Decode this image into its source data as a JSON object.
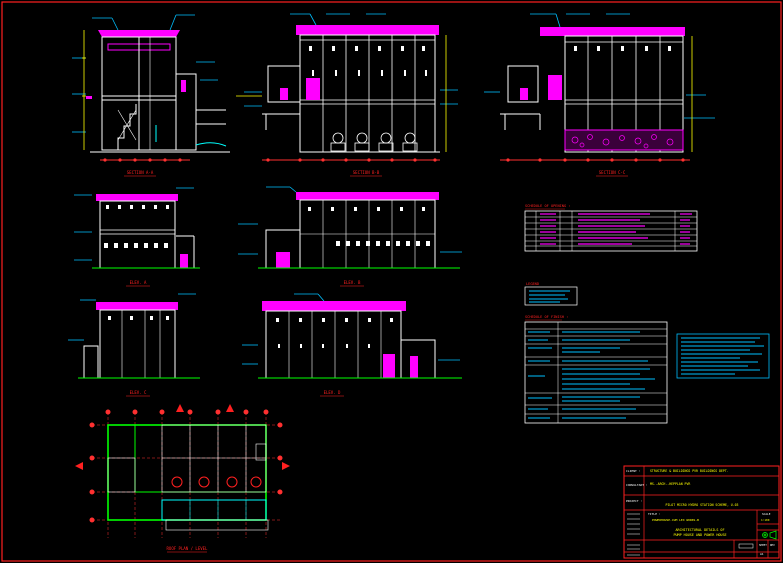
{
  "sheet": {
    "border_color": "#ff2020"
  },
  "colors": {
    "wall": "#ffffff",
    "roof": "#ff00ff",
    "grid": "#ff3030",
    "dim": "#ffff00",
    "label": "#00bfff",
    "green": "#00ff00",
    "cyan": "#00ffff",
    "fill": "#ff00ff"
  },
  "views": {
    "section_aa": "SECTION A-A",
    "section_bb": "SECTION B-B",
    "section_cc": "SECTION C-C",
    "elev_a": "ELEV. A",
    "elev_b": "ELEV. B",
    "elev_c": "ELEV. C",
    "elev_d": "ELEV. D",
    "plan": "ROOF PLAN / LEVEL"
  },
  "tables": {
    "schedule_title": "SCHEDULE OF OPENING :",
    "legend_title": "LEGEND",
    "finishes_title": "SCHEDULE OF FINISH :"
  },
  "title_block": {
    "client_label": "CLIENT :",
    "client": "STRUCTURE & BUILDINGS PVR BUILDINGS DEPT.",
    "consultant_label": "CONSULTANT :",
    "consultant": "MS.-ARCH.-HEPPLAN PVR",
    "project_label": "PROJECT :",
    "project": "PILOT MICRO HYDRO STATION SCHEME, U-03",
    "title_label": "TITLE :",
    "subtitle": "POWERHOUSE-CUM LEX WORKS-B",
    "title_line1": "ARCHITECTURAL DETAILS OF",
    "title_line2": "PUMP HOUSE AND POWER HOUSE",
    "scale_label": "SCALE",
    "scale": "1:100",
    "sheet_label": "SHEET",
    "sheet": "A1",
    "rev_label": "REV"
  }
}
